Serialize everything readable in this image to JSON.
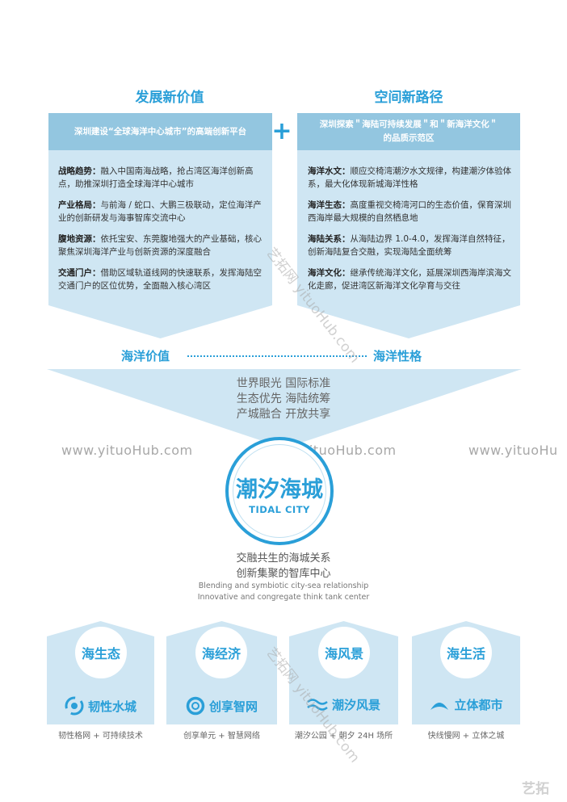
{
  "left": {
    "title": "发展新价值",
    "header": "深圳建设“全球海洋中心城市”的高端创新平台",
    "items": [
      {
        "label": "战略趋势：",
        "text": "融入中国南海战略，抢占湾区海洋创新高点，助推深圳打造全球海洋中心城市"
      },
      {
        "label": "产业格局：",
        "text": "与前海 / 蛇口、大鹏三极联动，定位海洋产业的创新研发与海事智库交流中心"
      },
      {
        "label": "腹地资源：",
        "text": "依托宝安、东莞腹地强大的产业基础，核心聚焦深圳海洋产业与创新资源的深度融合"
      },
      {
        "label": "交通门户：",
        "text": "借助区域轨道线网的快速联系，发挥海陆空交通门户的区位优势，全面融入核心湾区"
      }
    ]
  },
  "right": {
    "title": "空间新路径",
    "header_line1": "深圳探索＂海陆可持续发展＂和＂新海洋文化＂",
    "header_line2": "的品质示范区",
    "items": [
      {
        "label": "海洋水文：",
        "text": "顺应交椅湾潮汐水文规律，构建潮汐体验体系，最大化体现新城海洋性格"
      },
      {
        "label": "海洋生态：",
        "text": "高度重视交椅湾河口的生态价值，保育深圳西海岸最大规模的自然栖息地"
      },
      {
        "label": "海陆关系：",
        "text": "从海陆边界 1.0-4.0，发挥海洋自然特征，创新海陆复合交融，实现海陆全面统筹"
      },
      {
        "label": "海洋文化：",
        "text": "继承传统海洋文化，延展深圳西海岸滨海文化走廊，促进湾区新海洋文化孕育与交往"
      }
    ]
  },
  "plus": "+",
  "mid": {
    "left_label": "海洋价值",
    "right_label": "海洋性格",
    "lines": [
      "世界眼光   国际标准",
      "生态优先   海陆统筹",
      "产城融合   开放共享"
    ]
  },
  "watermarks": {
    "row": [
      "www.yituoHub.com",
      "www.yituoHub.com",
      "www.yituoHu"
    ],
    "diag": [
      "艺拓网 yituoHub.com",
      "艺拓网 yituoHub.com"
    ],
    "corner": "艺拓"
  },
  "center": {
    "title_cn": "潮汐海城",
    "title_en": "TIDAL CITY",
    "sub_cn_1": "交融共生的海城关系",
    "sub_cn_2": "创新集聚的智库中心",
    "sub_en_1": "Blending and symbiotic city-sea relationship",
    "sub_en_2": "Innovative and congregate think tank center"
  },
  "cards": [
    {
      "circle": "海生态",
      "brand": "韧性水城",
      "icon": "swirl-icon",
      "foot": "韧性格网 + 可持续技术"
    },
    {
      "circle": "海经济",
      "brand": "创享智网",
      "icon": "ring-icon",
      "foot": "创享单元 + 智慧网络"
    },
    {
      "circle": "海风景",
      "brand": "潮汐风景",
      "icon": "waves-icon",
      "foot": "潮汐公园 + 朝夕 24H 场所"
    },
    {
      "circle": "海生活",
      "brand": "立体都市",
      "icon": "wave-arc-icon",
      "foot": "快线慢网 + 立体之城"
    }
  ],
  "colors": {
    "accent": "#2a9fd8",
    "panel": "#cfe6f3",
    "header": "#93c6e0",
    "center_ring": "#2a9fd8"
  }
}
